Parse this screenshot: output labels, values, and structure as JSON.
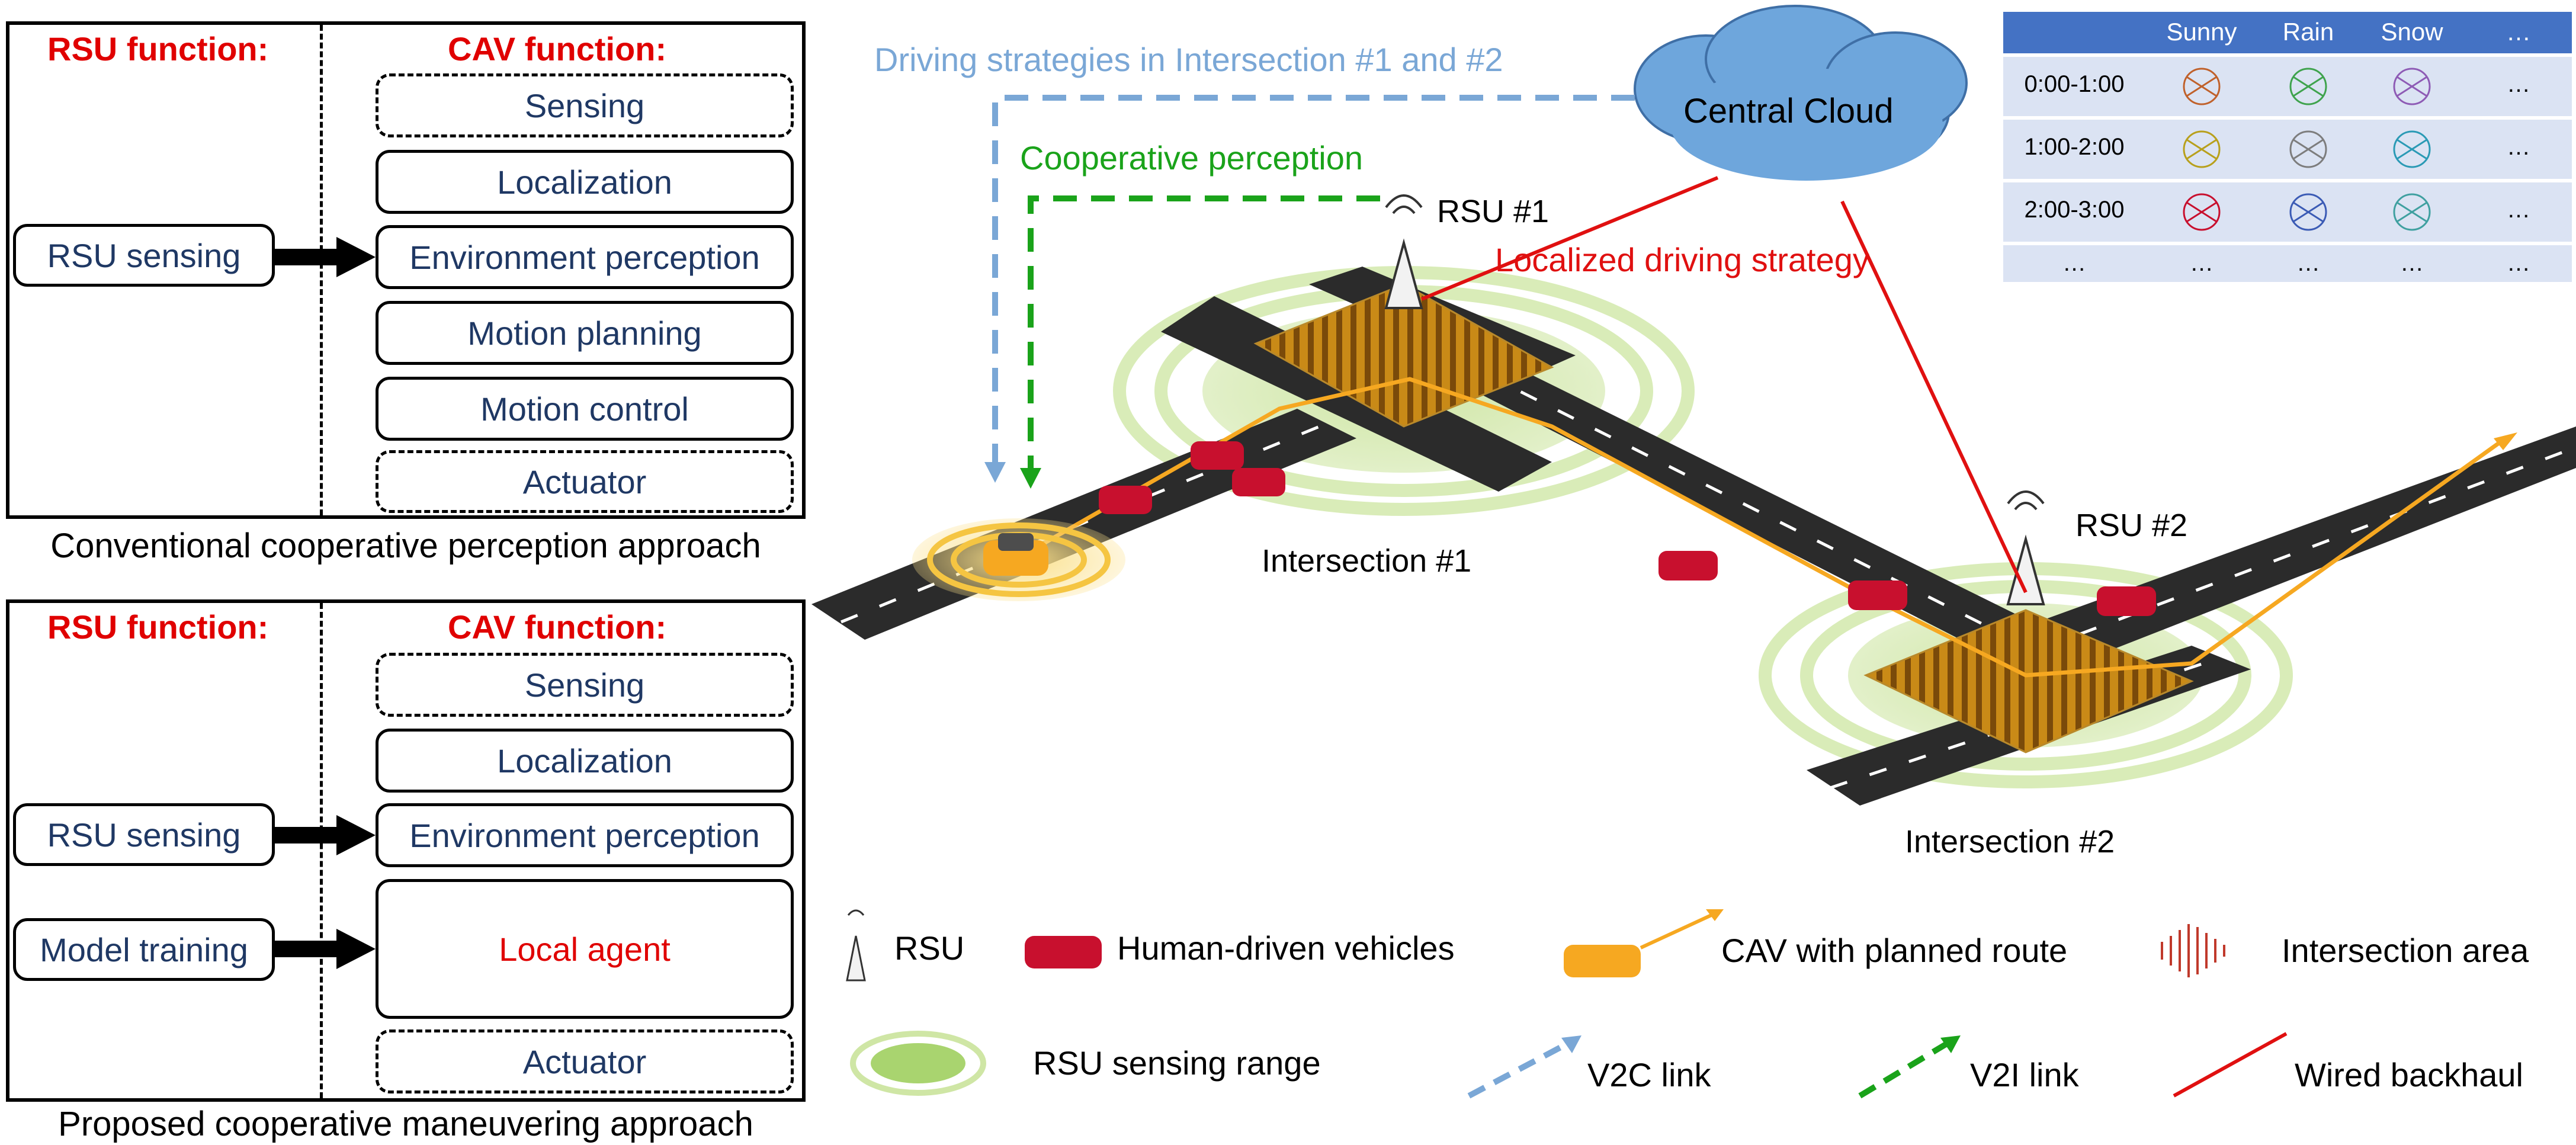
{
  "colors": {
    "rsu_red": "#e00000",
    "box_text": "#1f3864",
    "v2c_blue": "#7aa7d6",
    "v2i_green": "#1aa31a",
    "wired_red": "#e01010",
    "road": "#2b2b2b",
    "sensing_green": "#b9d98a",
    "cloud_blue": "#6ea6dc",
    "table_header": "#4472c4",
    "table_row": "#dbe3f3",
    "cav_orange": "#f6a821"
  },
  "panel_top": {
    "rsu_header": "RSU function:",
    "cav_header": "CAV function:",
    "rsu_box": "RSU sensing",
    "cav_boxes": [
      "Sensing",
      "Localization",
      "Environment perception",
      "Motion planning",
      "Motion control",
      "Actuator"
    ],
    "caption": "Conventional cooperative perception approach"
  },
  "panel_bottom": {
    "rsu_header": "RSU function:",
    "cav_header": "CAV function:",
    "rsu_box_1": "RSU sensing",
    "rsu_box_2": "Model training",
    "cav_boxes": [
      "Sensing",
      "Localization",
      "Environment perception",
      "Local agent",
      "Actuator"
    ],
    "caption": "Proposed cooperative maneuvering approach"
  },
  "scene": {
    "driving_strategies": "Driving strategies in Intersection #1 and #2",
    "cooperative_perception": "Cooperative perception",
    "central_cloud": "Central Cloud",
    "rsu1": "RSU #1",
    "rsu2": "RSU #2",
    "localized_strategy": "Localized driving strategy",
    "intersection1": "Intersection #1",
    "intersection2": "Intersection #2"
  },
  "table": {
    "columns": [
      "",
      "Sunny",
      "Rain",
      "Snow",
      "…"
    ],
    "rows": [
      [
        "0:00-1:00",
        "…"
      ],
      [
        "1:00-2:00",
        "…"
      ],
      [
        "2:00-3:00",
        "…"
      ],
      [
        "…",
        "…",
        "…",
        "…",
        "…"
      ]
    ]
  },
  "legend": {
    "rsu": "RSU",
    "human_vehicles": "Human-driven vehicles",
    "cav_route": "CAV with planned route",
    "intersection_area": "Intersection area",
    "sensing_range": "RSU sensing range",
    "v2c": "V2C link",
    "v2i": "V2I link",
    "wired": "Wired backhaul"
  }
}
